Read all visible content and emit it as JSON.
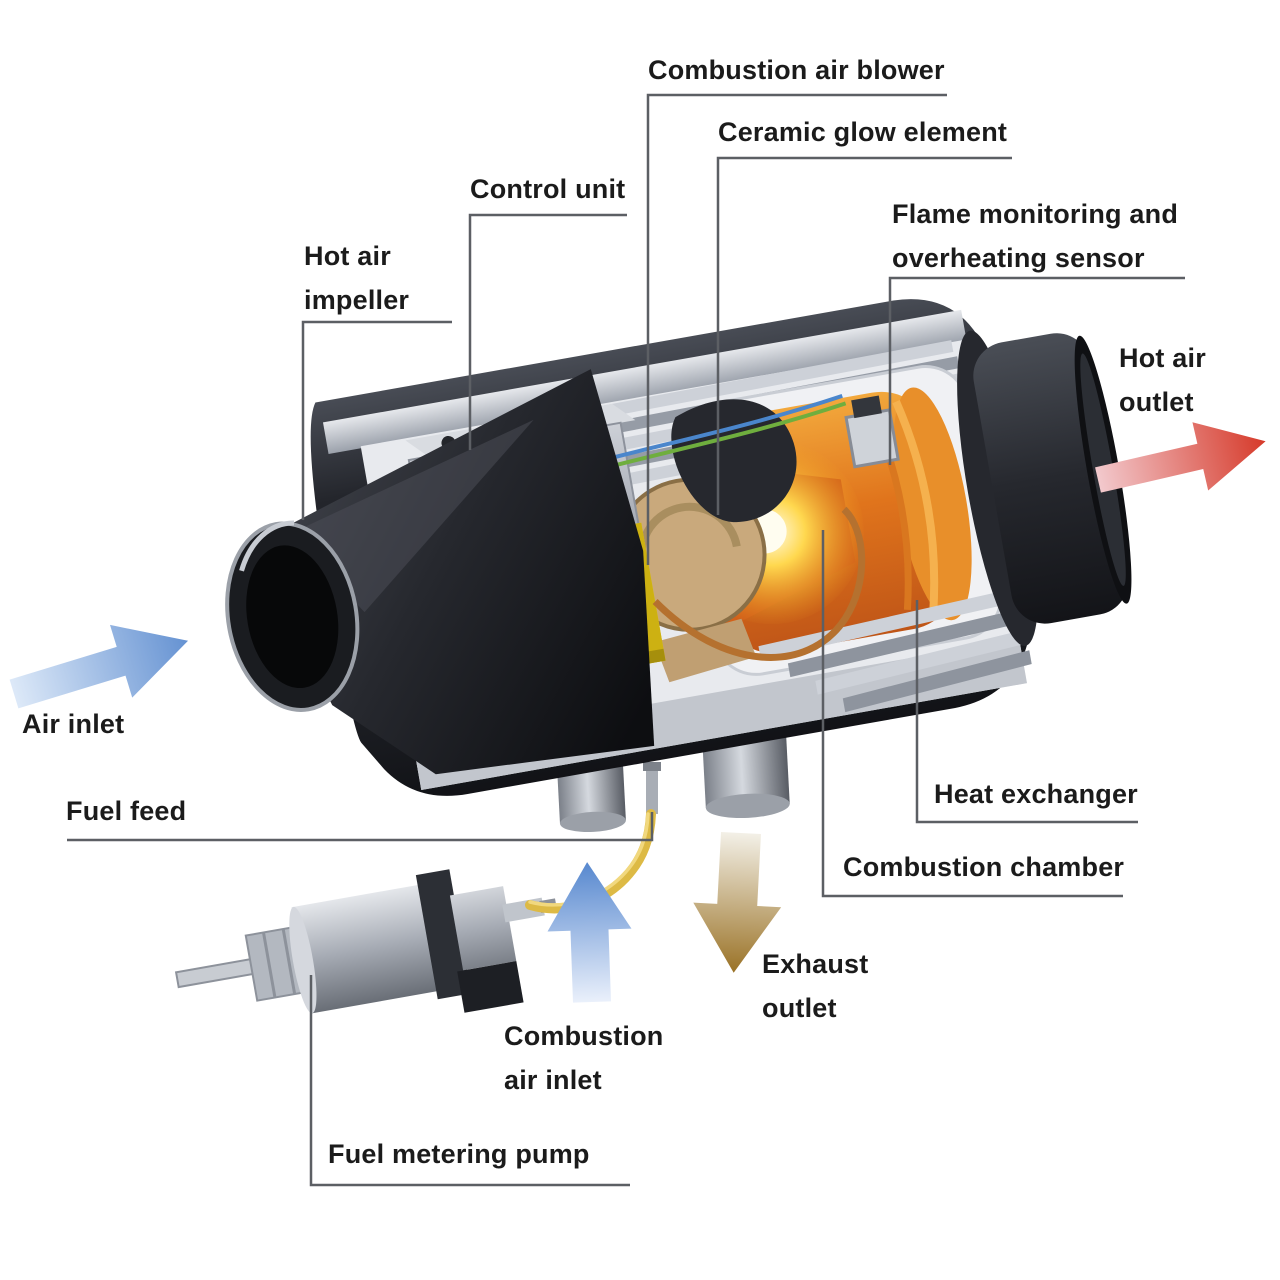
{
  "diagram": {
    "labels": {
      "combustion_air_blower": "Combustion air blower",
      "ceramic_glow_element": "Ceramic glow element",
      "control_unit": "Control unit",
      "hot_air_impeller": "Hot air\nimpeller",
      "flame_monitoring": "Flame monitoring and\noverheating sensor",
      "hot_air_outlet": "Hot air\noutlet",
      "air_inlet": "Air inlet",
      "fuel_feed": "Fuel feed",
      "heat_exchanger": "Heat exchanger",
      "combustion_chamber": "Combustion chamber",
      "exhaust_outlet": "Exhaust\noutlet",
      "combustion_air_inlet": "Combustion\nair inlet",
      "fuel_metering_pump": "Fuel metering pump"
    },
    "colors": {
      "label_text": "#1b1b1b",
      "leader_line": "#5c5f64",
      "air_inlet_arrow": "#6592d2",
      "hot_air_arrow": "#d63a2a",
      "exhaust_arrow": "#9a7226",
      "combustion_air_arrow": "#5788cf",
      "fuel_line": "#ddba45",
      "control_unit_block": "#eed21f",
      "combustion_glow": "#ffd84f",
      "casing": "#23252b"
    }
  }
}
